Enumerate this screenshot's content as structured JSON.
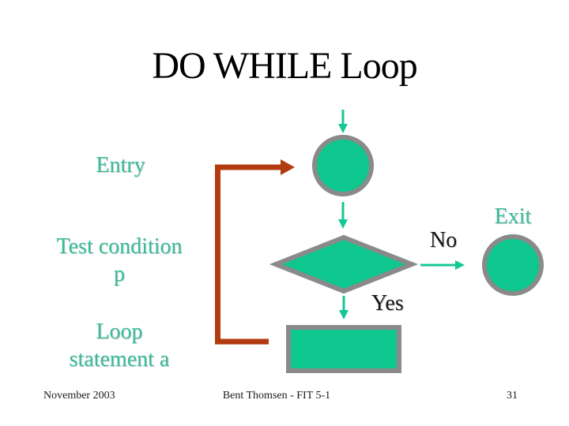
{
  "slide": {
    "title": "DO WHILE Loop",
    "labels": {
      "entry": "Entry",
      "test_condition": {
        "lines": [
          "Test condition",
          "p"
        ]
      },
      "loop_statement": {
        "lines": [
          "Loop",
          "statement a"
        ]
      },
      "exit": "Exit",
      "no": "No",
      "yes": "Yes"
    },
    "footer": {
      "date": "November 2003",
      "author": "Bent Thomsen - FIT 5-1",
      "page_number": "31"
    },
    "colors": {
      "shape_fill": "#0dc78f",
      "shape_border": "#8a8a8a",
      "flow_arrow": "#14c795",
      "loop_back_arrow": "#b23c0f",
      "label_teal": "#35bd98",
      "label_dark": "#141414",
      "background": "#ffffff"
    }
  }
}
